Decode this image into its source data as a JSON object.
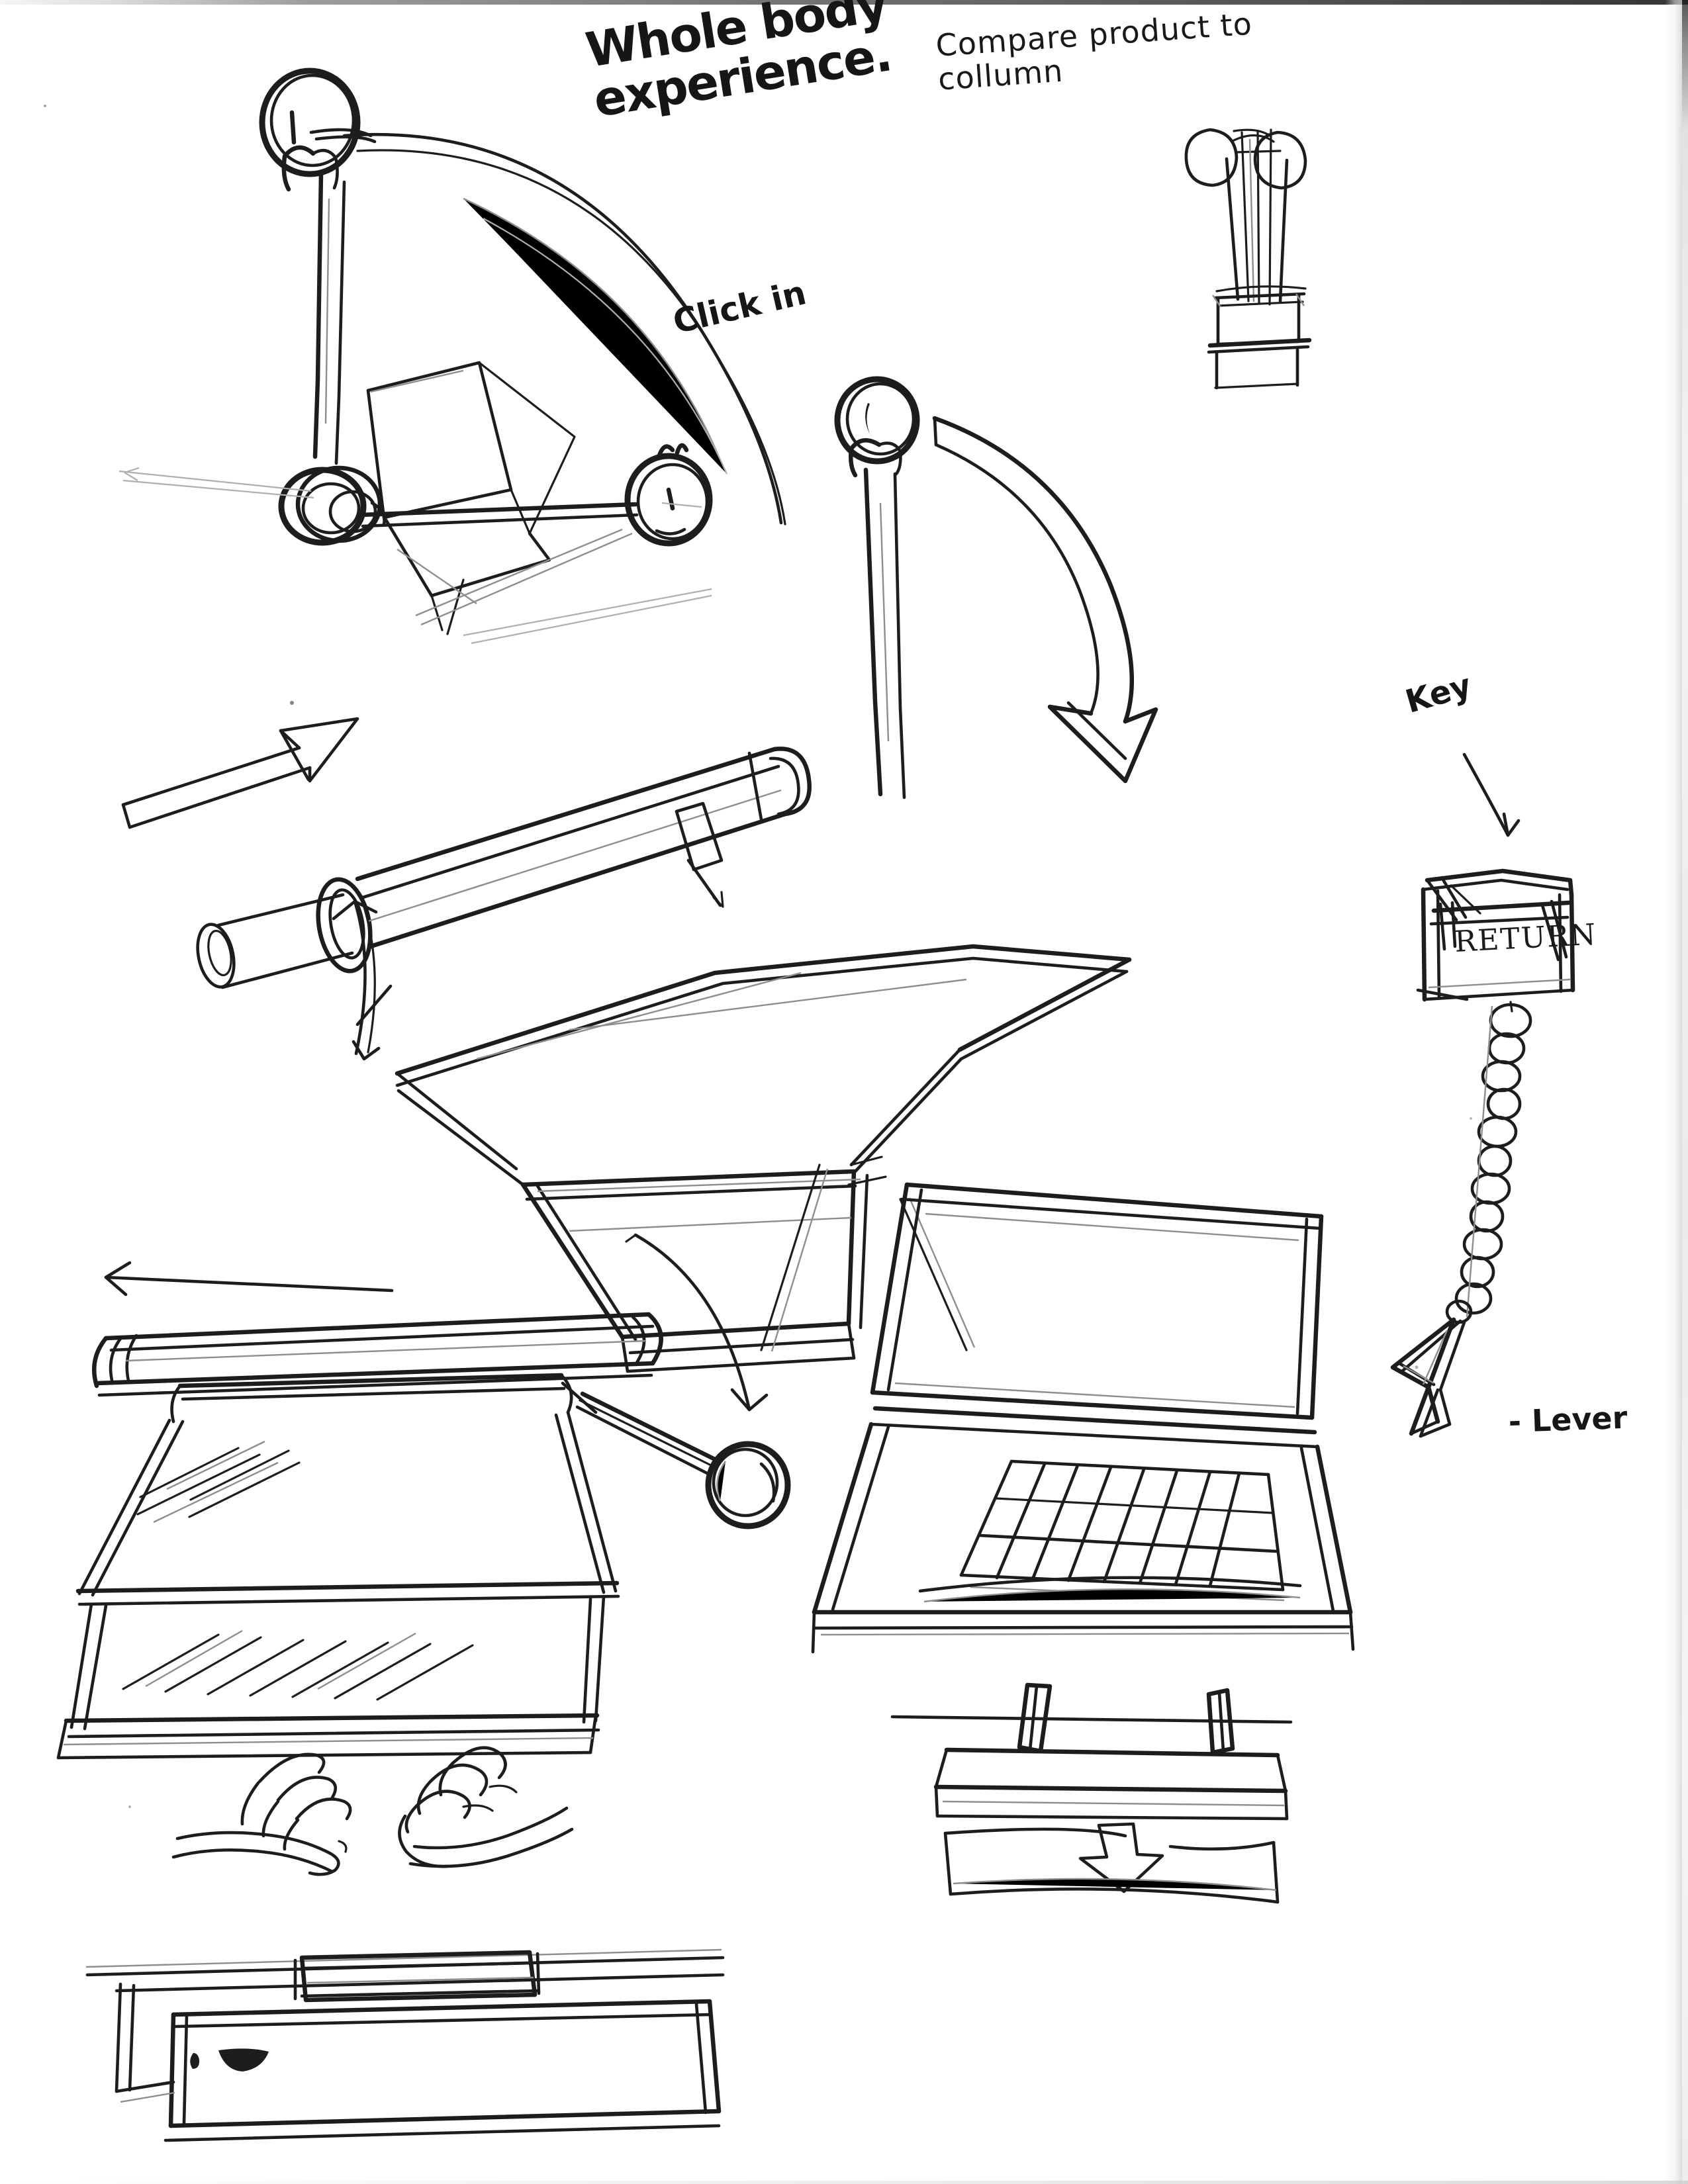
{
  "document": {
    "type": "hand-drawn industrial design sketch",
    "medium": "graphite pencil and black marker on white paper",
    "page_background": "#ffffff",
    "ink_color": "#1d1d1f",
    "faint_ink_color": "#8d8d92"
  },
  "annotations": {
    "title": "Whole body\nexperience.",
    "compare_note": "Compare product to\ncollumn",
    "click_note": "Click in",
    "key_label": "Key",
    "keycap_label": "RETURN",
    "lever_label": "- Lever"
  },
  "sketches": [
    {
      "id": "pivot-arm-assembly",
      "name": "Pivoting arm with two round knobs",
      "position": "top-left",
      "parts": [
        "upper round knob",
        "vertical arm",
        "lower knob hub",
        "horizontal cross bar",
        "right round knob",
        "wedge base",
        "sweeping motion arc"
      ]
    },
    {
      "id": "lever-knob-arc",
      "name": "Lever knob with curved motion arrow",
      "position": "upper-center",
      "parts": [
        "oval knob",
        "straight shaft",
        "curved arrow sweeping down-right"
      ]
    },
    {
      "id": "ionic-column",
      "name": "Classical ionic column with volutes",
      "position": "top-right",
      "parts": [
        "volute capital",
        "fluted shaft",
        "base plinth"
      ]
    },
    {
      "id": "roller-platen-wedge",
      "name": "Cylindrical roller over angled wedge body",
      "position": "center",
      "parts": [
        "long cylinder roller",
        "open end cap",
        "straight motion arrow left",
        "angled faceted deck",
        "slab base",
        "downward curved arrow"
      ]
    },
    {
      "id": "typewriter-platen-front",
      "name": "Front view of roller platen with hatched paper",
      "position": "bottom-left",
      "parts": [
        "horizontal arrow left",
        "cylinder roller",
        "upper hatched sheet",
        "lower hatched sheet",
        "base slab",
        "lever arm with ball knob"
      ]
    },
    {
      "id": "hands-typing",
      "name": "Two hands in typing gesture",
      "position": "bottom-left lower",
      "parts": [
        "left hand with curled fingers",
        "right hand with curled fingers"
      ]
    },
    {
      "id": "keyboard-tray",
      "name": "Flat tray / keyboard slab with small glyph",
      "position": "bottom-left bottom",
      "parts": [
        "outer slab",
        "inner raised panel",
        "small eye glyph"
      ]
    },
    {
      "id": "open-laptop",
      "name": "Open laptop with keyboard grid",
      "position": "bottom-right",
      "parts": [
        "raised lid screen",
        "keyboard grid 8x4",
        "base body"
      ]
    },
    {
      "id": "insert-slot",
      "name": "Slot base with downward insertion arrow",
      "position": "bottom-right lower",
      "parts": [
        "two upright tabs",
        "flat slab",
        "down arrow",
        "receiving slot"
      ]
    },
    {
      "id": "return-key-lever",
      "name": "RETURN keycap with hanging chain and lever pull",
      "position": "right",
      "parts": [
        "cube keycap labeled RETURN",
        "bead chain",
        "triangular lever handle",
        "pointer arrow from Key label"
      ]
    }
  ]
}
